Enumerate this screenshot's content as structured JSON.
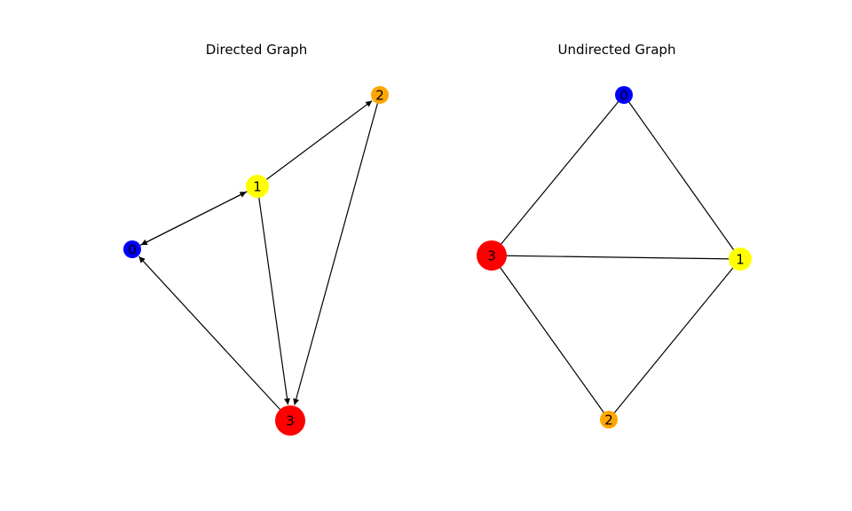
{
  "figure": {
    "panels": [
      {
        "id": "directed",
        "title": "Directed Graph",
        "directed": true,
        "nodes": [
          {
            "id": "0",
            "label": "0",
            "color": "#0000ff",
            "size": "small"
          },
          {
            "id": "1",
            "label": "1",
            "color": "#ffff00",
            "size": "medium"
          },
          {
            "id": "2",
            "label": "2",
            "color": "#ffa500",
            "size": "small"
          },
          {
            "id": "3",
            "label": "3",
            "color": "#ff0000",
            "size": "large"
          }
        ],
        "edges": [
          {
            "from": "0",
            "to": "1"
          },
          {
            "from": "1",
            "to": "0"
          },
          {
            "from": "1",
            "to": "2"
          },
          {
            "from": "1",
            "to": "3"
          },
          {
            "from": "2",
            "to": "3"
          },
          {
            "from": "3",
            "to": "0"
          }
        ]
      },
      {
        "id": "undirected",
        "title": "Undirected Graph",
        "directed": false,
        "nodes": [
          {
            "id": "0",
            "label": "0",
            "color": "#0000ff",
            "size": "small"
          },
          {
            "id": "1",
            "label": "1",
            "color": "#ffff00",
            "size": "medium"
          },
          {
            "id": "2",
            "label": "2",
            "color": "#ffa500",
            "size": "small"
          },
          {
            "id": "3",
            "label": "3",
            "color": "#ff0000",
            "size": "large"
          }
        ],
        "edges": [
          {
            "from": "0",
            "to": "1"
          },
          {
            "from": "0",
            "to": "3"
          },
          {
            "from": "1",
            "to": "3"
          },
          {
            "from": "1",
            "to": "2"
          },
          {
            "from": "2",
            "to": "3"
          }
        ]
      }
    ]
  }
}
